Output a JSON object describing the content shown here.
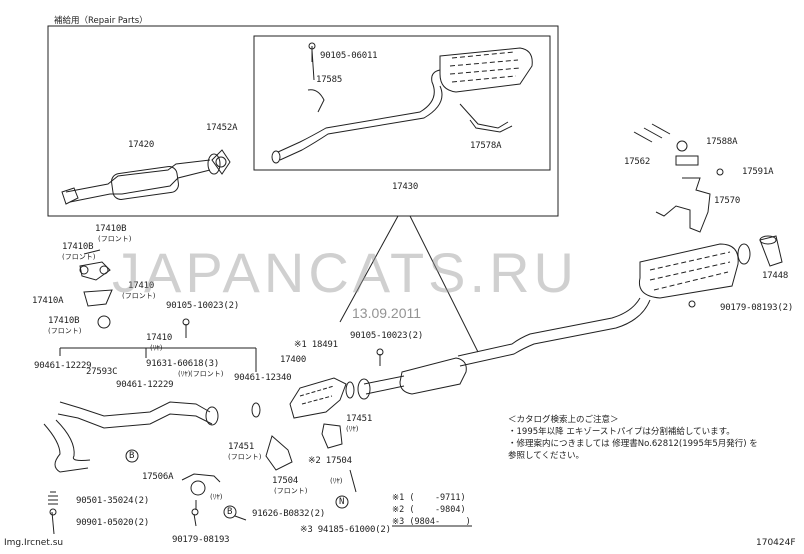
{
  "repair_parts_label": "補給用（Repair Parts）",
  "watermark": "JAPANCATS.RU",
  "watermark_date": "13.09.2011",
  "labels": {
    "p90105_06011": "90105-06011",
    "p17585": "17585",
    "p17578A": "17578A",
    "p17430": "17430",
    "p17420": "17420",
    "p17452A": "17452A",
    "p17588A": "17588A",
    "p17562": "17562",
    "p17591A": "17591A",
    "p17570": "17570",
    "p17448": "17448",
    "p90179_08193_r": "90179-08193(2)",
    "p17410B_a": "17410B",
    "p17410B_b": "17410B",
    "p17410_a": "17410",
    "p17410A": "17410A",
    "p17410B_c": "17410B",
    "p90105_10023_a": "90105-10023(2)",
    "p17410_b": "17410",
    "p90105_10023_b": "90105-10023(2)",
    "p18491": "※1 18491",
    "p17400": "17400",
    "p90461_12229_a": "90461-12229",
    "p27593C": "27593C",
    "p91631_60618": "91631-60618(3)",
    "p90461_12229_b": "90461-12229",
    "p90461_12340": "90461-12340",
    "p17451_a": "17451",
    "p17451_b": "17451",
    "p17504_a": "※2 17504",
    "p17504_b": "17504",
    "p17506A": "17506A",
    "p90501_35024": "90501-35024(2)",
    "p90901_05020": "90901-05020(2)",
    "p90179_08193_b": "90179-08193",
    "p91626_B0832": "91626-B0832(2)",
    "p94185_61000": "※3 94185-61000(2)"
  },
  "sublabels": {
    "s17410B_a": "(フロント)",
    "s17410B_b": "(フロント)",
    "s17410_a": "(フロント)",
    "s17410B_c": "(フロント)",
    "s17410_b": "(ﾘﾔ)",
    "s90461_12229_b": "(ﾘﾔ)",
    "s91631": "(フロント)",
    "s17451_a": "(フロント)",
    "s17451_b": "(ﾘﾔ)",
    "s17504_a": "(フロント)",
    "s17504_b": "(ﾘﾔ)",
    "s17506A": "(ﾘﾔ)"
  },
  "markers": {
    "b1": "B",
    "b2": "B",
    "n1": "N"
  },
  "legend": {
    "r1": "※1 (    -9711)",
    "r2": "※2 (    -9804)",
    "r3": "※3 (9804-     )"
  },
  "notes": {
    "title": "＜カタログ検索上のご注意＞",
    "line1": "・1995年以降 エキゾーストパイプは分割補給しています。",
    "line2": "・修理案内につきましては 修理書No.62812(1995年5月発行) を",
    "line3": "  参照してください。"
  },
  "footer": {
    "left": "Img.Ircnet.su",
    "right": "170424F"
  }
}
